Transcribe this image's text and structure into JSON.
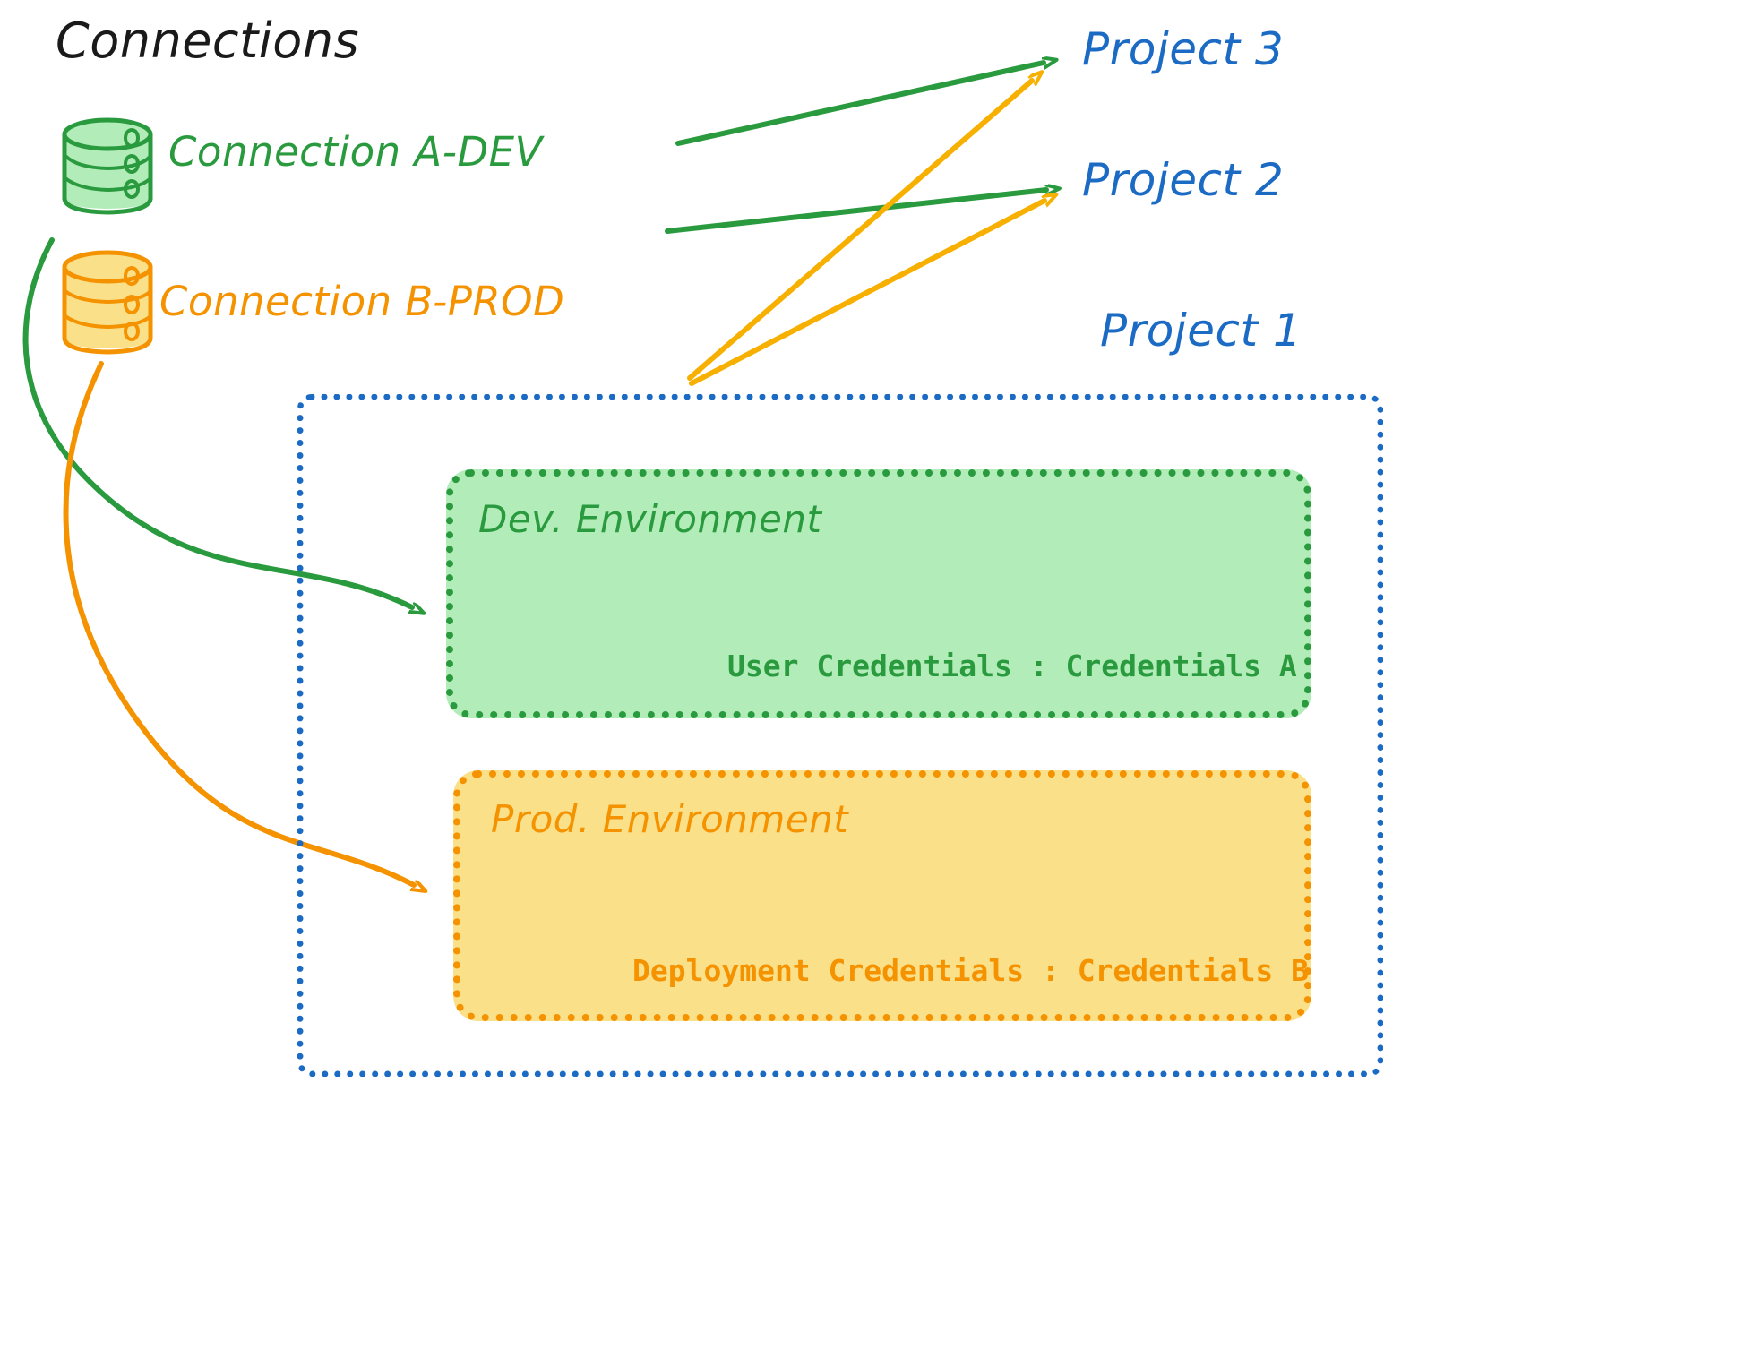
{
  "diagram": {
    "title": "Connections",
    "connections": [
      {
        "id": "connection-a",
        "label": "Connection A-DEV",
        "icon": "database-cylinder-icon",
        "color": "#2a9a3f",
        "fill": "#b2ecb8",
        "targets": [
          "Project 3",
          "Project 2",
          "Dev. Environment"
        ]
      },
      {
        "id": "connection-b",
        "label": "Connection B-PROD",
        "icon": "database-cylinder-icon",
        "color": "#f49200",
        "fill": "#fbe08a",
        "targets": [
          "Project 3",
          "Project 2",
          "Prod. Environment"
        ]
      }
    ],
    "projects": [
      {
        "id": "project-3",
        "label": "Project 3",
        "color": "#1b6bc4"
      },
      {
        "id": "project-2",
        "label": "Project 2",
        "color": "#1b6bc4"
      },
      {
        "id": "project-1",
        "label": "Project 1",
        "color": "#1b6bc4"
      }
    ],
    "project1": {
      "label": "Project 1",
      "border_color": "#1b6bc4",
      "environments": [
        {
          "id": "dev-environment",
          "title": "Dev. Environment",
          "credentials": "User Credentials : Credentials A",
          "color": "#2a9a3f",
          "fill": "#b2ecb8"
        },
        {
          "id": "prod-environment",
          "title": "Prod. Environment",
          "credentials": "Deployment Credentials : Credentials B",
          "color": "#f49200",
          "fill": "#fbe08a"
        }
      ]
    },
    "colors": {
      "green": "#2a9a3f",
      "green_fill": "#b2ecb8",
      "orange": "#f49200",
      "orange_fill": "#fbe08a",
      "blue": "#1b6bc4",
      "ink": "#1a1a1a",
      "background": "#ffffff"
    }
  }
}
